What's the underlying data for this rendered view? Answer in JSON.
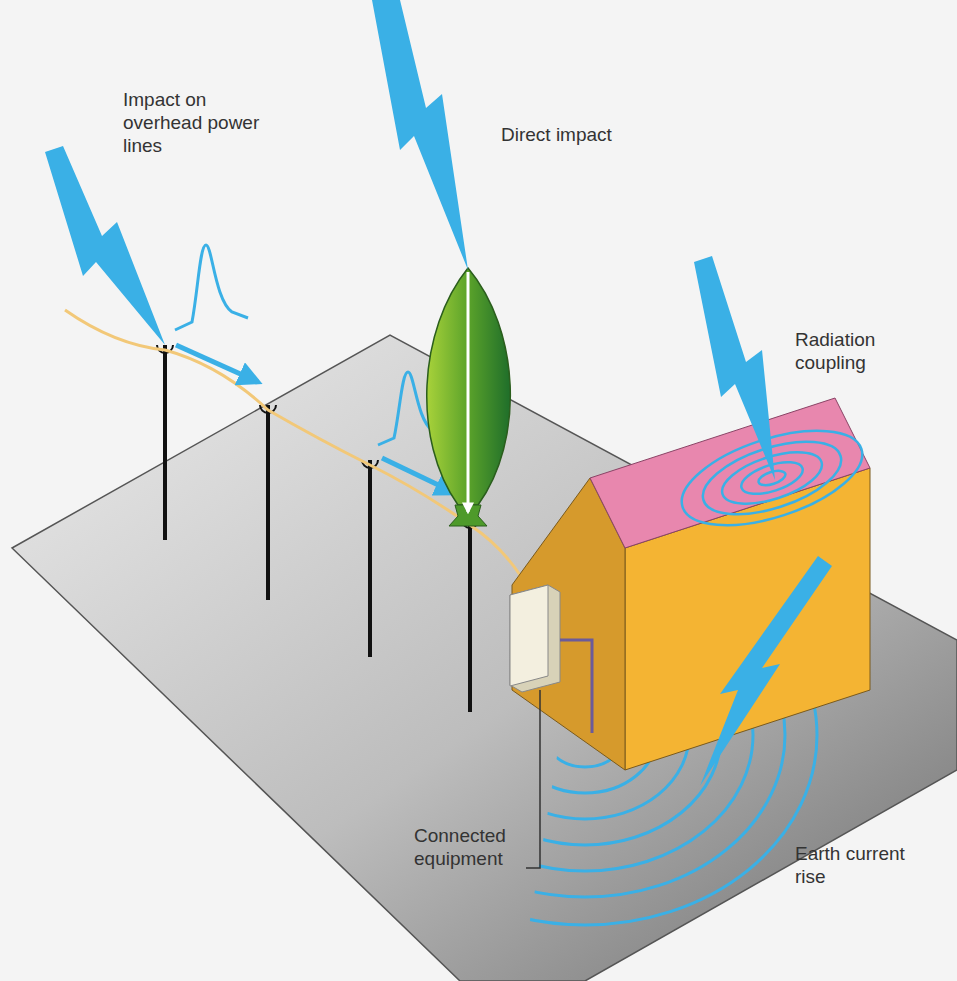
{
  "diagram": {
    "labels": [
      "Impact on overhead power lines",
      "Direct impact",
      "Radiation coupling",
      "Earth current rise",
      "Connected equipment"
    ]
  }
}
